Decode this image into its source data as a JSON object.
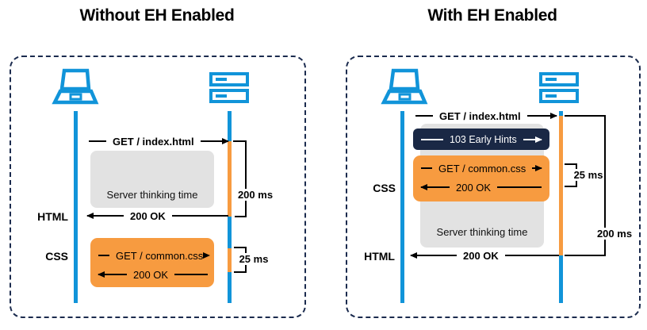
{
  "colors": {
    "blue": "#1194d9",
    "orange": "#f79b40",
    "navy_border": "#1b2b4e",
    "navy_box": "#1a2845",
    "gray_box": "#e2e2e2",
    "text": "#000000"
  },
  "panels": [
    {
      "title": "Without EH Enabled",
      "icons": {
        "client": "laptop-icon",
        "server": "server-icon"
      },
      "messages": {
        "get_index": "GET / index.html",
        "get_css": "GET / common.css",
        "css_ok": "200 OK",
        "html_ok": "200 OK"
      },
      "labels": {
        "html": "HTML",
        "css": "CSS",
        "thinking": "Server thinking time"
      },
      "timings": {
        "html_ms": "200 ms",
        "css_ms": "25 ms"
      }
    },
    {
      "title": "With EH Enabled",
      "icons": {
        "client": "laptop-icon",
        "server": "server-icon"
      },
      "messages": {
        "get_index": "GET / index.html",
        "early_hints": "103 Early Hints",
        "get_css": "GET / common.css",
        "css_ok": "200 OK",
        "html_ok": "200 OK"
      },
      "labels": {
        "html": "HTML",
        "css": "CSS",
        "thinking": "Server thinking time"
      },
      "timings": {
        "html_ms": "200 ms",
        "css_ms": "25 ms"
      }
    }
  ]
}
